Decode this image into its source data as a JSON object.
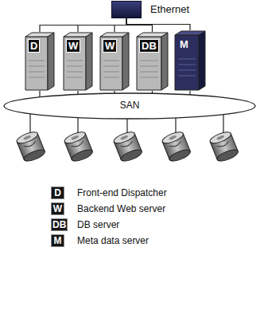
{
  "diagram": {
    "nodes": [
      {
        "text": [
          "Ethernet"
        ]
      },
      {
        "text": [
          "D"
        ]
      },
      {
        "text": [
          "W"
        ]
      },
      {
        "text": [
          "W"
        ]
      },
      {
        "text": [
          "DB"
        ]
      },
      {
        "text": [
          "M"
        ]
      },
      {
        "text": [
          "SAN"
        ]
      }
    ],
    "edges": [
      {
        "from": 0,
        "to": 1,
        "arrow": "none"
      },
      {
        "from": 0,
        "to": 2,
        "arrow": "none"
      },
      {
        "from": 0,
        "to": 3,
        "arrow": "none"
      },
      {
        "from": 0,
        "to": 4,
        "arrow": "none"
      },
      {
        "from": 0,
        "to": 5,
        "arrow": "none"
      },
      {
        "from": 1,
        "to": 6,
        "arrow": "none"
      },
      {
        "from": 2,
        "to": 6,
        "arrow": "none"
      },
      {
        "from": 3,
        "to": 6,
        "arrow": "none"
      },
      {
        "from": 4,
        "to": 6,
        "arrow": "none"
      },
      {
        "from": 5,
        "to": 6,
        "arrow": "none"
      }
    ],
    "labels": [
      "D",
      "W",
      "DB",
      "M"
    ],
    "legend": [
      {
        "text": "Front-end Dispatcher",
        "color": "#151515"
      },
      {
        "text": "Backend Web server",
        "color": "#151515"
      },
      {
        "text": "DB server",
        "color": "#151515"
      },
      {
        "text": "Meta data server",
        "color": "#151515"
      }
    ]
  }
}
